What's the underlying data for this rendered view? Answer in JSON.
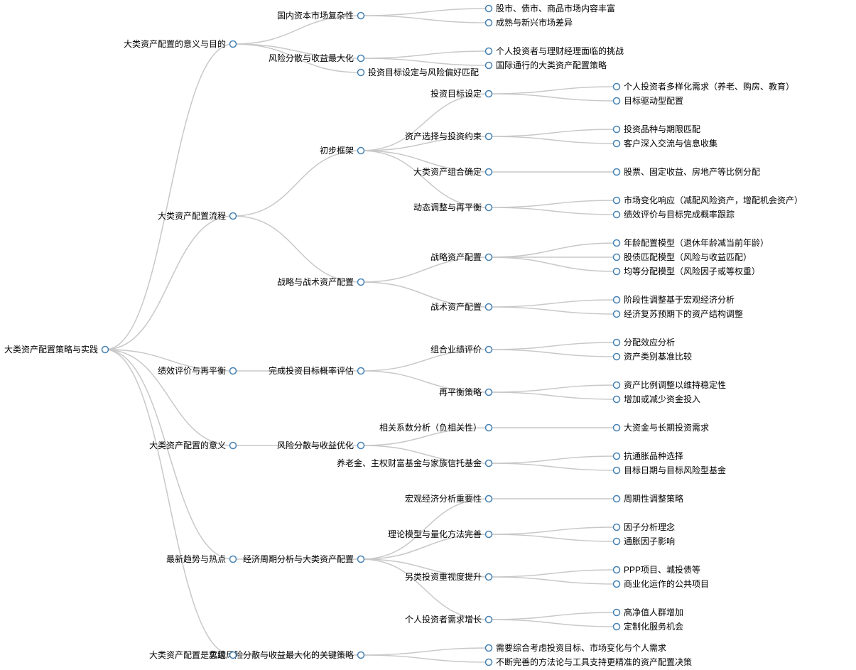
{
  "mindmap": {
    "root": {
      "label": "大类资产配置策略与实践",
      "children": [
        {
          "label": "大类资产配置的意义与目的",
          "children": [
            {
              "label": "国内资本市场复杂性",
              "children": [
                {
                  "label": "股市、债市、商品市场内容丰富"
                },
                {
                  "label": "成熟与新兴市场差异"
                }
              ]
            },
            {
              "label": "风险分散与收益最大化",
              "children": [
                {
                  "label": "个人投资者与理财经理面临的挑战"
                },
                {
                  "label": "国际通行的大类资产配置策略"
                }
              ]
            },
            {
              "label": "投资目标设定与风险偏好匹配"
            }
          ]
        },
        {
          "label": "大类资产配置流程",
          "children": [
            {
              "label": "初步框架",
              "children": [
                {
                  "label": "投资目标设定",
                  "children": [
                    {
                      "label": "个人投资者多样化需求（养老、购房、教育）"
                    },
                    {
                      "label": "目标驱动型配置"
                    }
                  ]
                },
                {
                  "label": "资产选择与投资约束",
                  "children": [
                    {
                      "label": "投资品种与期限匹配"
                    },
                    {
                      "label": "客户深入交流与信息收集"
                    }
                  ]
                },
                {
                  "label": "大类资产组合确定",
                  "children": [
                    {
                      "label": "股票、固定收益、房地产等比例分配"
                    }
                  ]
                },
                {
                  "label": "动态调整与再平衡",
                  "children": [
                    {
                      "label": "市场变化响应（减配风险资产，增配机会资产）"
                    },
                    {
                      "label": "绩效评价与目标完成概率跟踪"
                    }
                  ]
                }
              ]
            },
            {
              "label": "战略与战术资产配置",
              "children": [
                {
                  "label": "战略资产配置",
                  "children": [
                    {
                      "label": "年龄配置模型（退休年龄减当前年龄）"
                    },
                    {
                      "label": "股债匹配模型（风险与收益匹配）"
                    },
                    {
                      "label": "均等分配模型（风险因子或等权重）"
                    }
                  ]
                },
                {
                  "label": "战术资产配置",
                  "children": [
                    {
                      "label": "阶段性调整基于宏观经济分析"
                    },
                    {
                      "label": "经济复苏预期下的资产结构调整"
                    }
                  ]
                }
              ]
            }
          ]
        },
        {
          "label": "绩效评价与再平衡",
          "children": [
            {
              "label": "完成投资目标概率评估",
              "children": [
                {
                  "label": "组合业绩评价",
                  "children": [
                    {
                      "label": "分配效应分析"
                    },
                    {
                      "label": "资产类别基准比较"
                    }
                  ]
                },
                {
                  "label": "再平衡策略",
                  "children": [
                    {
                      "label": "资产比例调整以维持稳定性"
                    },
                    {
                      "label": "增加或减少资金投入"
                    }
                  ]
                }
              ]
            }
          ]
        },
        {
          "label": "大类资产配置的意义",
          "children": [
            {
              "label": "风险分散与收益优化",
              "children": [
                {
                  "label": "相关系数分析（负相关性）",
                  "children": [
                    {
                      "label": "大资金与长期投资需求"
                    }
                  ]
                },
                {
                  "label": "养老金、主权财富基金与家族信托基金",
                  "children": [
                    {
                      "label": "抗通胀品种选择"
                    },
                    {
                      "label": "目标日期与目标风险型基金"
                    }
                  ]
                }
              ]
            }
          ]
        },
        {
          "label": "最新趋势与热点",
          "children": [
            {
              "label": "经济周期分析与大类资产配置",
              "children": [
                {
                  "label": "宏观经济分析重要性",
                  "children": [
                    {
                      "label": "周期性调整策略"
                    }
                  ]
                },
                {
                  "label": "理论模型与量化方法完善",
                  "children": [
                    {
                      "label": "因子分析理念"
                    },
                    {
                      "label": "通胀因子影响"
                    }
                  ]
                },
                {
                  "label": "另类投资重视度提升",
                  "children": [
                    {
                      "label": "PPP项目、城投债等"
                    },
                    {
                      "label": "商业化运作的公共项目"
                    }
                  ]
                },
                {
                  "label": "个人投资者需求增长",
                  "children": [
                    {
                      "label": "高净值人群增加"
                    },
                    {
                      "label": "定制化服务机会"
                    }
                  ]
                }
              ]
            }
          ]
        },
        {
          "label": "总结",
          "children": [
            {
              "label": "大类资产配置是实现风险分散与收益最大化的关键策略",
              "children": [
                {
                  "label": "需要综合考虑投资目标、市场变化与个人需求"
                },
                {
                  "label": "不断完善的方法论与工具支持更精准的资产配置决策"
                }
              ]
            }
          ]
        }
      ]
    },
    "colors": {
      "link": "#c8c8c8",
      "node_stroke": "#4682b4",
      "node_fill": "#ffffff",
      "text": "#000000"
    }
  }
}
